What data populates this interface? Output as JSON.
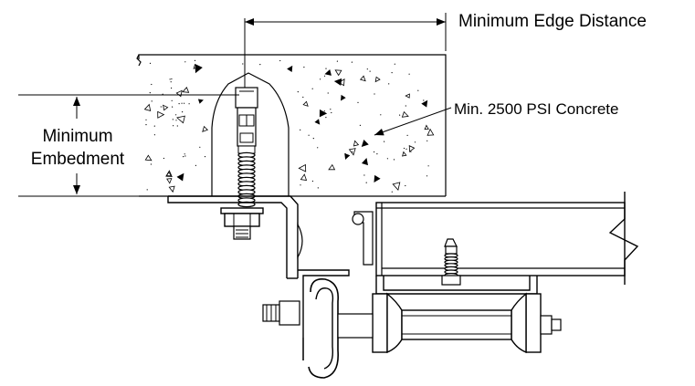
{
  "labels": {
    "edge_distance": "Minimum Edge Distance",
    "concrete": "Min. 2500 PSI Concrete",
    "embedment_line1": "Minimum",
    "embedment_line2": "Embedment"
  },
  "colors": {
    "line": "#000000",
    "background": "#ffffff"
  }
}
